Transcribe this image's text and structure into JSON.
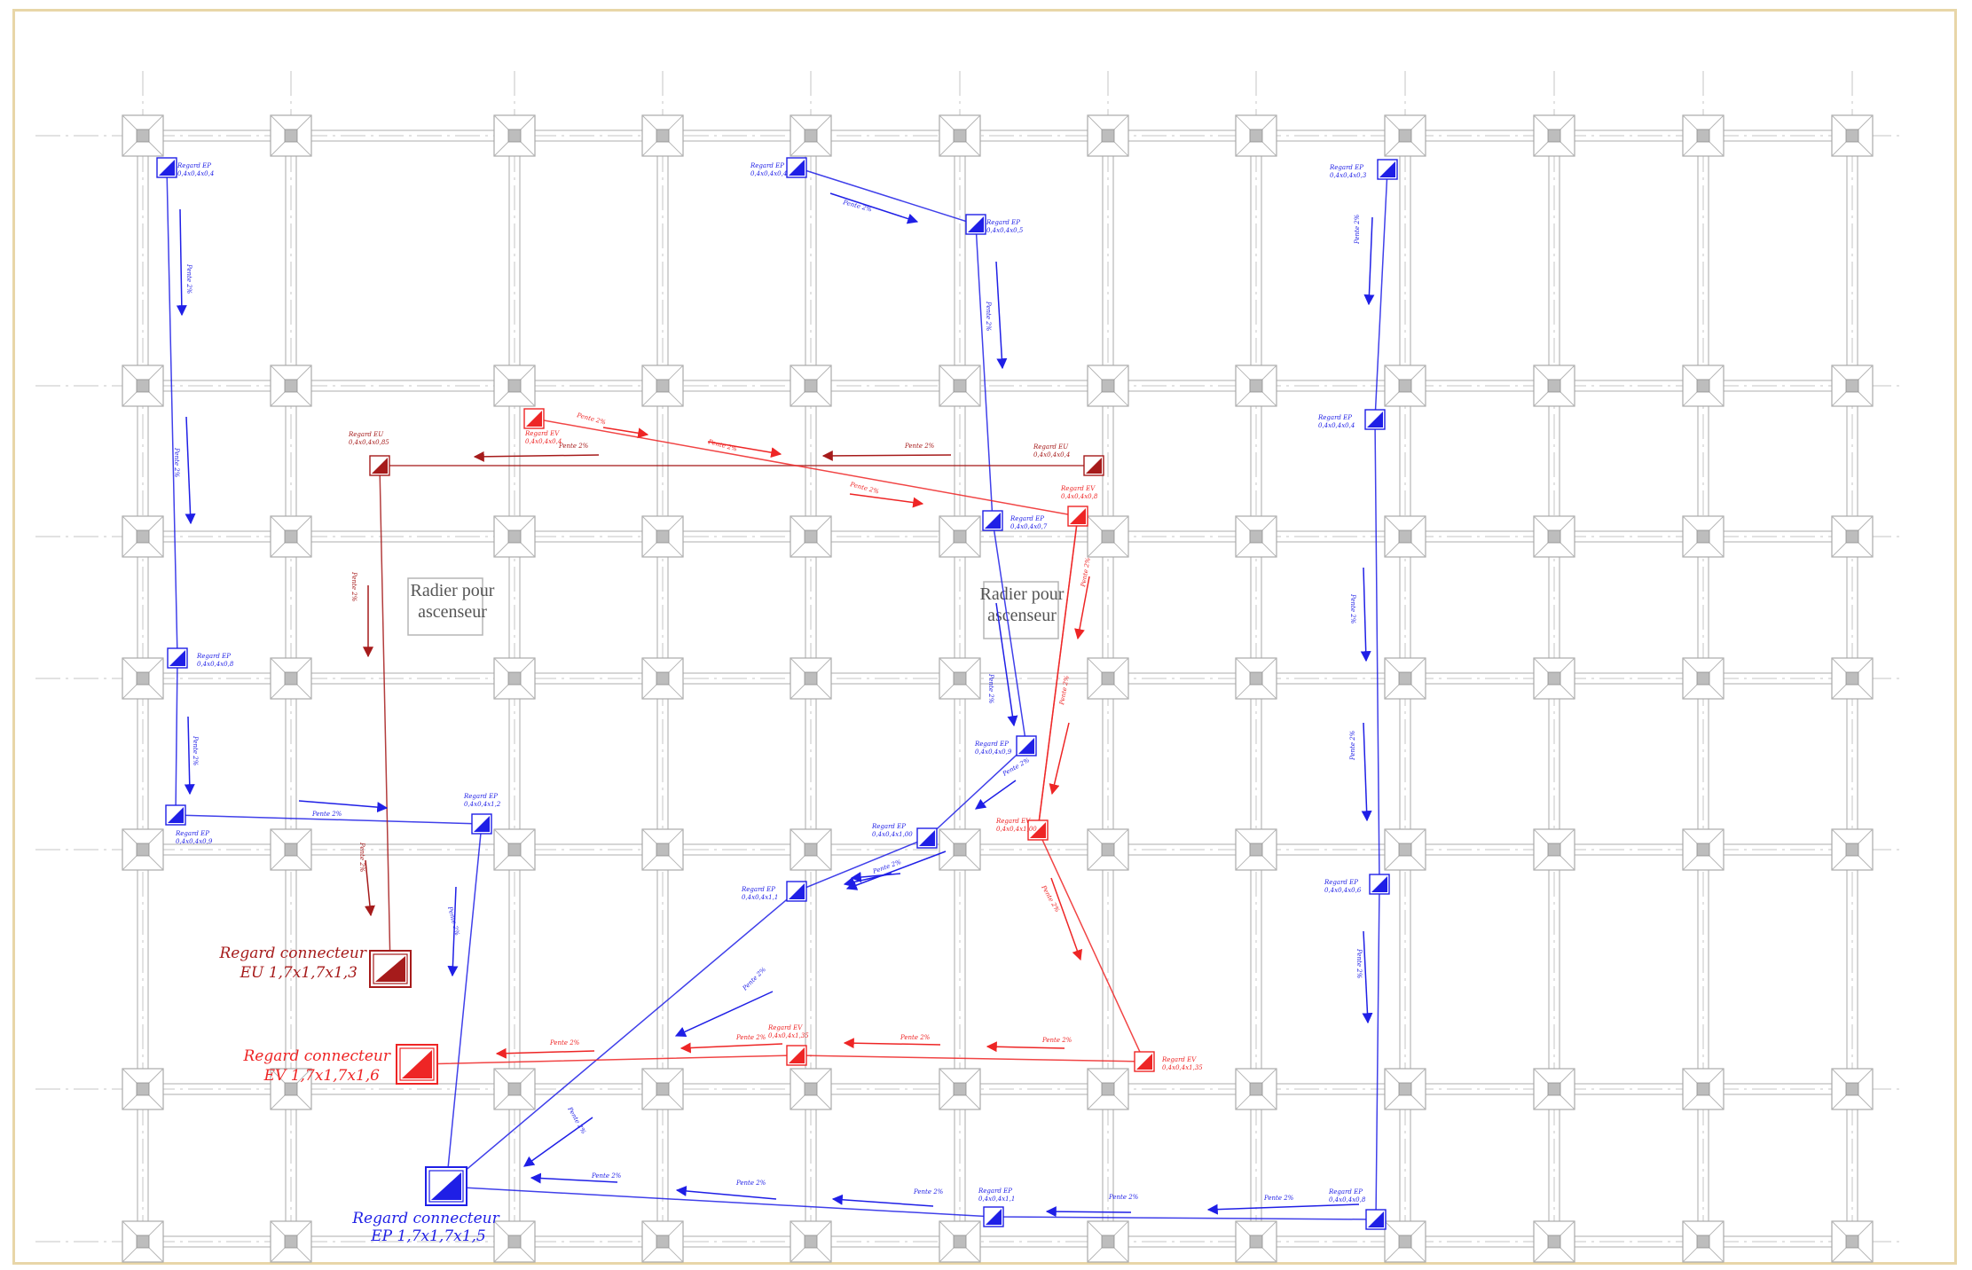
{
  "colors": {
    "ep": "#1f1fe6",
    "eu": "#a61b1b",
    "ev": "#ee2525",
    "grid": "#c8c8c8"
  },
  "radier_text": [
    "Radier pour",
    "ascenseur"
  ],
  "connectors": {
    "eu": [
      "Regard connecteur",
      "EU 1,7x1,7x1,3"
    ],
    "ev": [
      "Regard connecteur",
      "EV 1,7x1,7x1,6"
    ],
    "ep": [
      "Regard connecteur",
      "EP 1,7x1,7x1,5"
    ]
  },
  "regards": [
    {
      "type": "ep",
      "label": [
        "Regard EP",
        "0,4x0,4x0,4"
      ]
    },
    {
      "type": "ep",
      "label": [
        "Regard EP",
        "0,4x0,4x0,4"
      ]
    },
    {
      "type": "ep",
      "label": [
        "Regard EP",
        "0,4x0,4x0,5"
      ]
    },
    {
      "type": "ep",
      "label": [
        "Regard EP",
        "0,4x0,4x0,3"
      ]
    },
    {
      "type": "ep",
      "label": [
        "Regard EP",
        "0,4x0,4x0,4"
      ]
    },
    {
      "type": "ep",
      "label": [
        "Regard EP",
        "0,4x0,4x0,7"
      ]
    },
    {
      "type": "ep",
      "label": [
        "Regard EP",
        "0,4x0,4x0,8"
      ]
    },
    {
      "type": "ep",
      "label": [
        "Regard EP",
        "0,4x0,4x0,9"
      ]
    },
    {
      "type": "ep",
      "label": [
        "Regard EP",
        "0,4x0,4x0,9"
      ]
    },
    {
      "type": "ep",
      "label": [
        "Regard EP",
        "0,4x0,4x1,2"
      ]
    },
    {
      "type": "ep",
      "label": [
        "Regard EP",
        "0,4x0,4x1,00"
      ]
    },
    {
      "type": "ep",
      "label": [
        "Regard EP",
        "0,4x0,4x1,1"
      ]
    },
    {
      "type": "ep",
      "label": [
        "Regard EP",
        "0,4x0,4x0,6"
      ]
    },
    {
      "type": "ep",
      "label": [
        "Regard EP",
        "0,4x0,4x1,1"
      ]
    },
    {
      "type": "ep",
      "label": [
        "Regard EP",
        "0,4x0,4x0,8"
      ]
    },
    {
      "type": "eu",
      "label": [
        "Regard EU",
        "0,4x0,4x0,85"
      ]
    },
    {
      "type": "eu",
      "label": [
        "Regard EU",
        "0,4x0,4x0,4"
      ]
    },
    {
      "type": "ev",
      "label": [
        "Regard EV",
        "0,4x0,4x0,4"
      ]
    },
    {
      "type": "ev",
      "label": [
        "Regard EV",
        "0,4x0,4x0,8"
      ]
    },
    {
      "type": "ev",
      "label": [
        "Regard EV",
        "0,4x0,4x1,00"
      ]
    },
    {
      "type": "ev",
      "label": [
        "Regard EV",
        "0,4x0,4x1,35"
      ]
    },
    {
      "type": "ev",
      "label": [
        "Regard EV",
        "0,4x0,4x1,35"
      ]
    }
  ],
  "slope_label": "Pente 2%"
}
